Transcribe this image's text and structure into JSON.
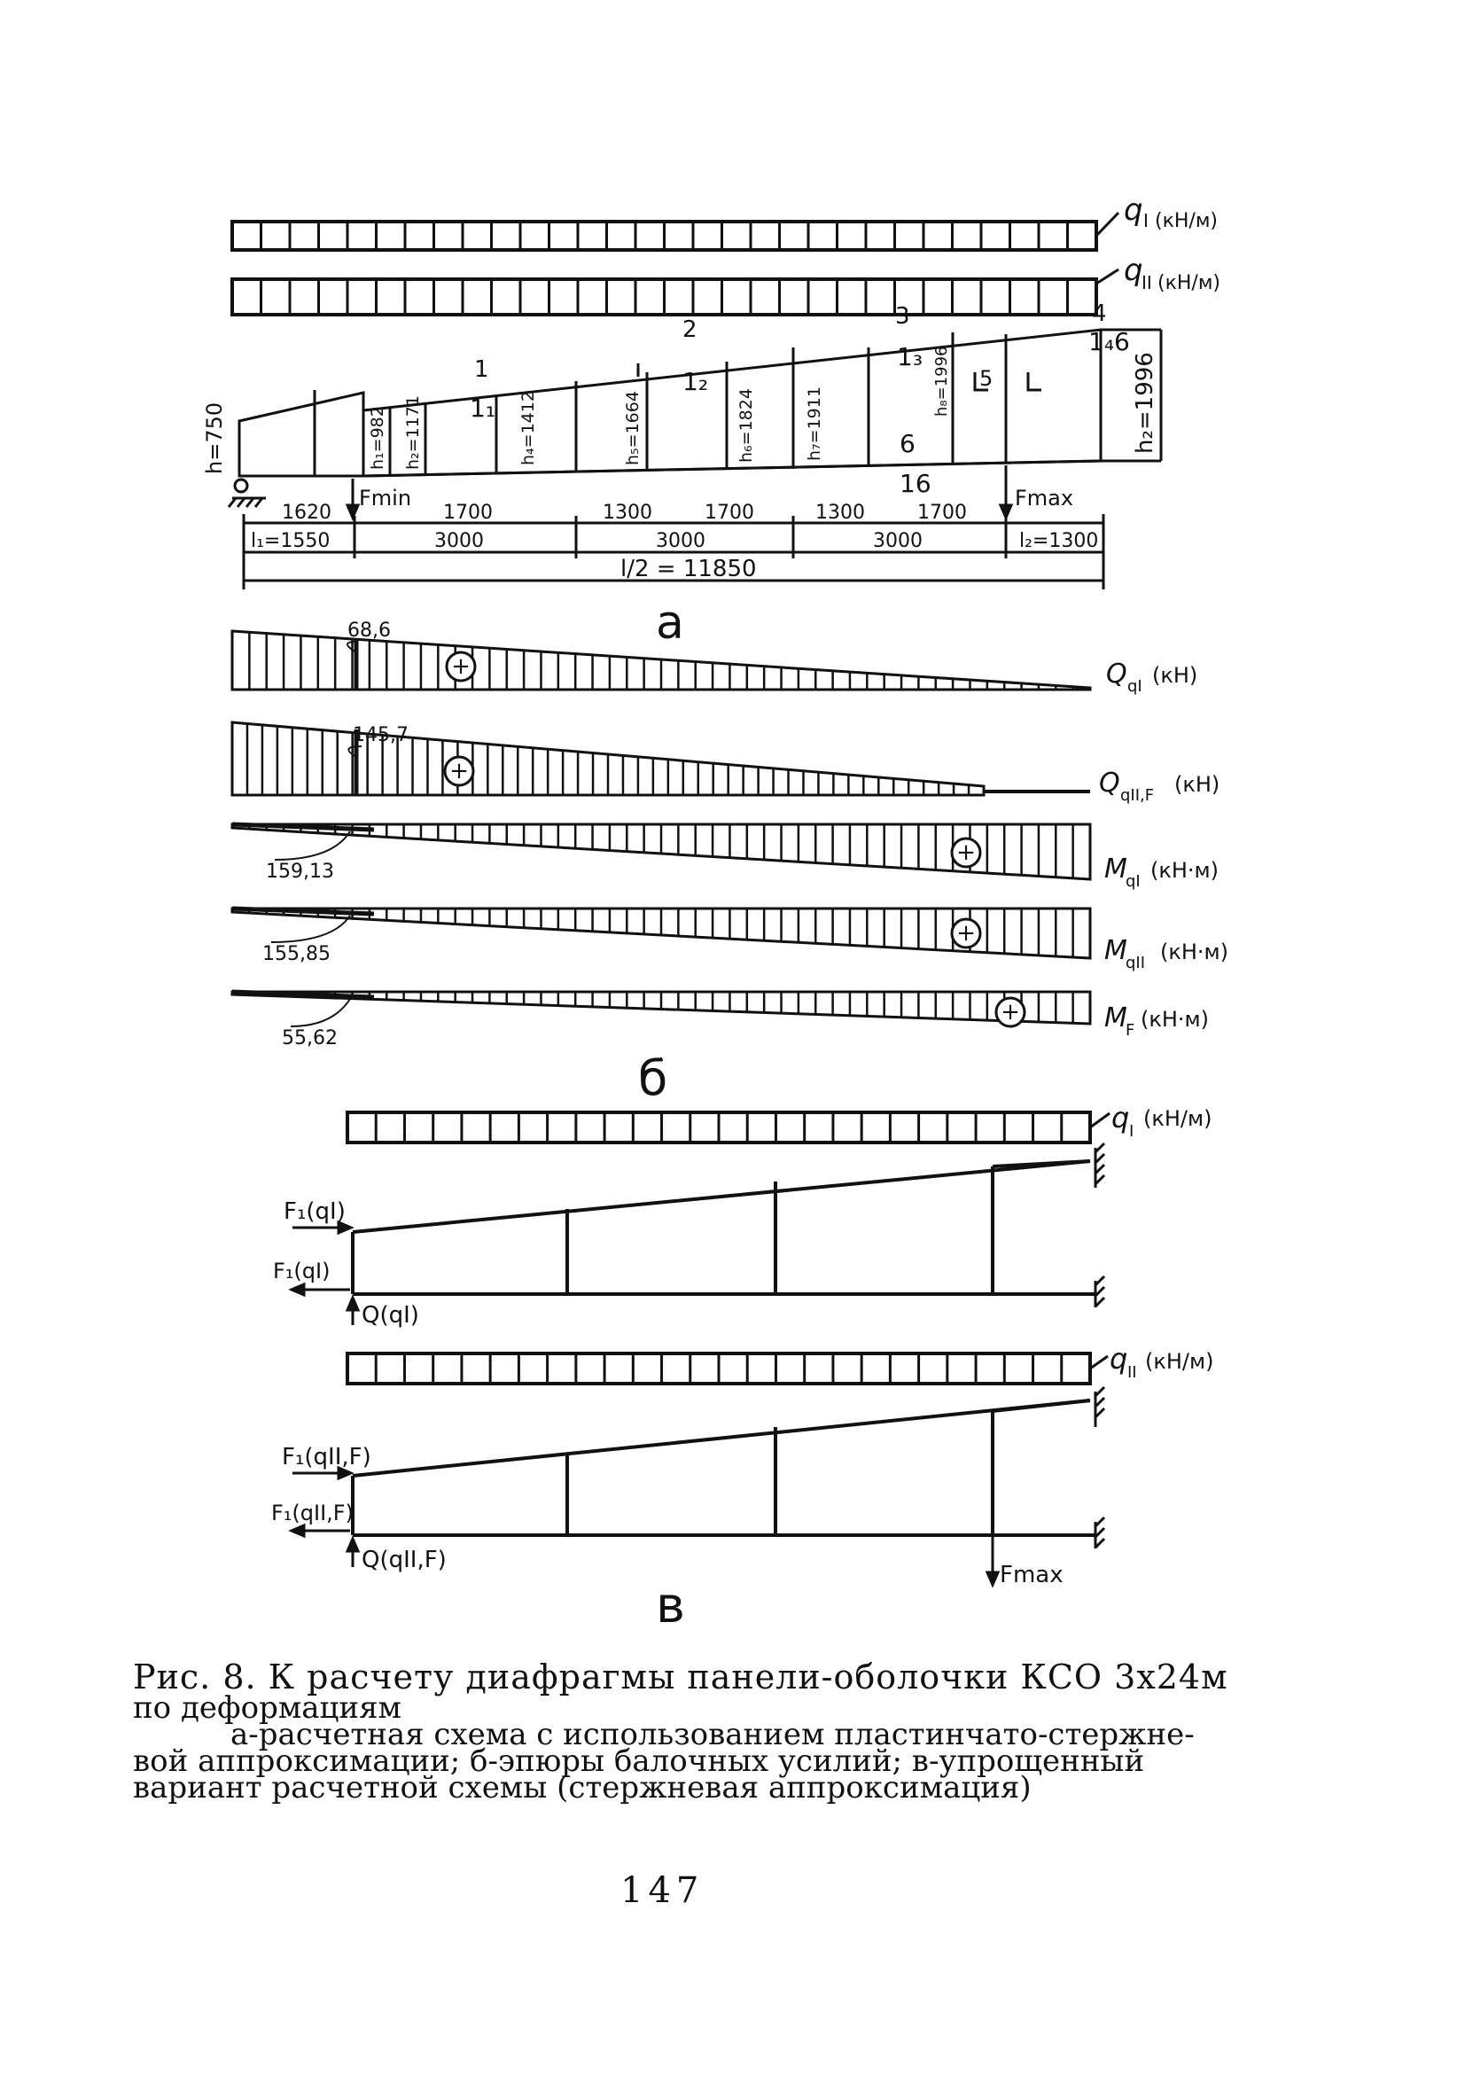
{
  "section_a": {
    "label": "a",
    "loads": {
      "q1": "q",
      "q1_sub": "I",
      "q1_unit": "(кН/м)",
      "q2": "q",
      "q2_sub": "II",
      "q2_unit": "(кН/м)"
    },
    "heights": [
      "h=750",
      "h₁=982",
      "h₂=1171",
      "h₄=1412",
      "h₅=1664",
      "h₆=1824",
      "h₇=1911",
      "h₈=1996",
      "h₂=1996"
    ],
    "sections": [
      "1",
      "1₁",
      "2",
      "1₂",
      "3",
      "1₃",
      "4",
      "1₄6",
      "5",
      "6",
      "16"
    ],
    "forces": {
      "fmin": "Fmin",
      "fmax": "Fmax"
    },
    "dims_row1": [
      "1620",
      "1700",
      "1300",
      "1700",
      "1300",
      "1700"
    ],
    "dims_row2": [
      "l₁=1550",
      "3000",
      "3000",
      "3000",
      "l₂=1300"
    ],
    "dims_total": "l/2 = 11850"
  },
  "section_b": {
    "label": "б",
    "diagrams": [
      {
        "name": "Q",
        "sub": "qI",
        "unit": "(кН)",
        "value": "68,6",
        "sign": "+"
      },
      {
        "name": "Q",
        "sub": "qII,F",
        "unit": "(кН)",
        "value": "145,7",
        "sign": "+"
      },
      {
        "name": "M",
        "sub": "qI",
        "unit": "(кН·м)",
        "value": "159,13",
        "sign": "+"
      },
      {
        "name": "M",
        "sub": "qII",
        "unit": "(кН·м)",
        "value": "155,85",
        "sign": "+"
      },
      {
        "name": "M",
        "sub": "F",
        "unit": "(кН·м)",
        "value": "55,62",
        "sign": "+"
      }
    ]
  },
  "section_v": {
    "label": "в",
    "load1": {
      "name": "q",
      "sub": "I",
      "unit": "(кН/м)"
    },
    "load2": {
      "name": "q",
      "sub": "II",
      "unit": "(кН/м)"
    },
    "f1_top": "F₁(qI)",
    "f1_bot": "F₁(qI)",
    "q_label": "Q(qI)",
    "f2_top": "F₁(qII,F)",
    "f2_bot": "F₁(qII,F)",
    "q2_label": "Q(qII,F)",
    "fmax": "Fmax"
  },
  "caption": {
    "title": "Рис. 8. К расчету диафрагмы панели-оболочки КСО 3х24м",
    "line1": "по деформациям",
    "line2": "а-расчетная схема с использованием пластинчато-стержне-",
    "line3": "вой аппроксимации; б-эпюры балочных усилий; в-упрощенный",
    "line4": "вариант расчетной схемы (стержневая аппроксимация)"
  },
  "page_number": "147"
}
